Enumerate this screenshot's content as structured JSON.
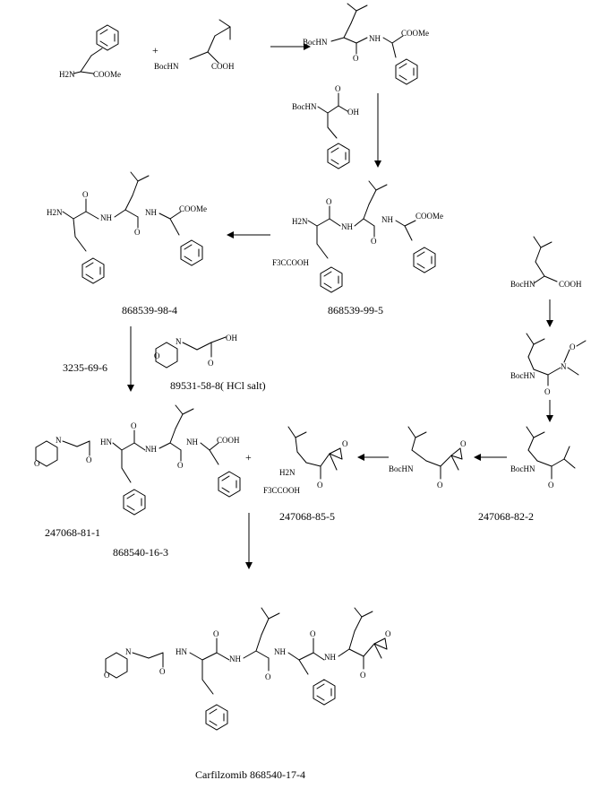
{
  "labels": {
    "cas_868539_98_4": "868539-98-4",
    "cas_868539_99_5": "868539-99-5",
    "cas_3235_69_6": "3235-69-6",
    "cas_89531_58_8": "89531-58-8( HCl salt)",
    "cas_247068_81_1": "247068-81-1",
    "cas_868540_16_3": "868540-16-3",
    "cas_247068_85_5": "247068-85-5",
    "cas_247068_82_2": "247068-82-2",
    "product": "Carfilzomib 868540-17-4"
  },
  "atoms": {
    "h2n": "H2N",
    "coome": "COOMe",
    "plus": "+",
    "bochn": "BocHN",
    "cooh": "COOH",
    "nh": "NH",
    "oh": "OH",
    "o": "O",
    "n": "N",
    "f3ccooh": "F3CCOOH",
    "hn": "HN"
  }
}
